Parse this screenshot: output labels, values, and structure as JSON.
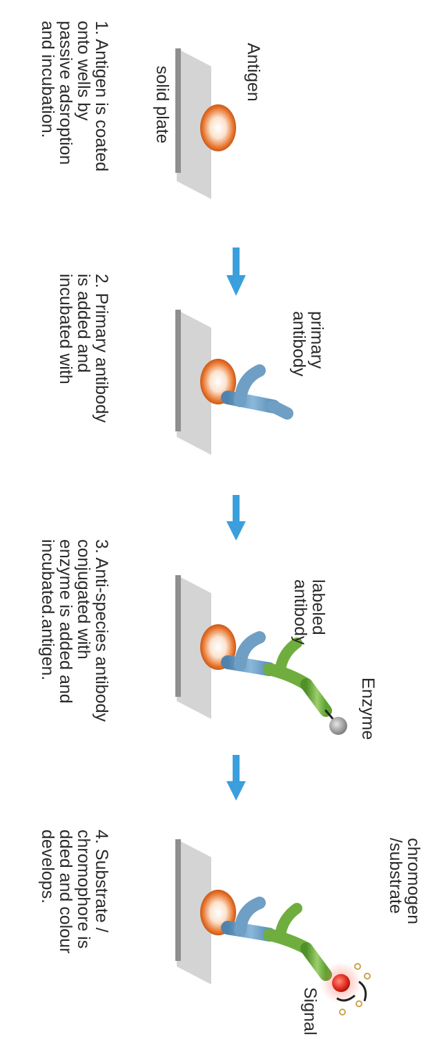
{
  "labels": {
    "antigen": "Antigen",
    "solid_plate": "solid plate",
    "primary_antibody": [
      "primary",
      "antibody"
    ],
    "labeled_antibody": [
      "labeled",
      "antibody"
    ],
    "enzyme": "Enzyme",
    "chromogen": [
      "chromogen",
      "/substrate"
    ],
    "signal": "Signal"
  },
  "steps": [
    {
      "lines": [
        "1. Antigen is coated",
        "onto wells by",
        "passive adsroption",
        "and incubation."
      ]
    },
    {
      "lines": [
        "2. Primary antibody",
        "is added and",
        "incubated with"
      ]
    },
    {
      "lines": [
        "3. Anti-species antibody",
        "conjugated with",
        "enzyme is added and",
        "incubated.antigen."
      ]
    },
    {
      "lines": [
        "4. Substrate /",
        "chromophore is",
        "dded and colour",
        "develops."
      ]
    }
  ],
  "colors": {
    "plate_face": "#d4d4d4",
    "plate_edge": "#8e8e8e",
    "antigen": "#e8742c",
    "primary_antibody": "#6f9fc4",
    "labeled_antibody": "#6fae3e",
    "enzyme": "#9a9a9a",
    "signal": "#e02b1e",
    "arrow": "#3a9fdc"
  }
}
